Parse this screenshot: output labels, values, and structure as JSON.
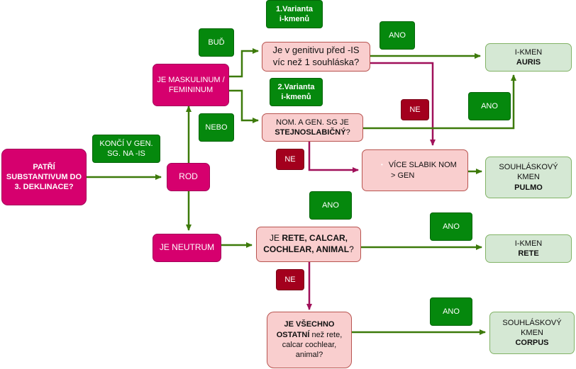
{
  "nodes": {
    "start": "PATŘÍ SUBSTANTIVUM DO 3. DEKLINACE?",
    "rod": "ROD",
    "masc": [
      "JE MASKULINUM /",
      "FEMININUM"
    ],
    "neutrum": "JE NEUTRUM",
    "q_genitiv": [
      "Je v genitivu před -IS",
      "víc než 1 souhláska?"
    ],
    "q_nom": {
      "line1": "NOM. A GEN. SG JE",
      "bold": "STEJNOSLABIČNÝ",
      "tail": "?"
    },
    "q_vice": {
      "bullet": "•",
      "line1": "VÍCE SLABIK NOM",
      "line2": "> GEN"
    },
    "q_rete": {
      "pre": "JE ",
      "bold1": "RETE, CALCAR,",
      "bold2": "COCHLEAR, ANIMAL",
      "tail": "?"
    },
    "q_ostatni": {
      "bold1": "JE VŠECHNO",
      "bold2": "OSTATNÍ",
      "rest1": " než rete,",
      "rest2": "calcar cochlear,",
      "rest3": "animal?"
    }
  },
  "results": {
    "auris": {
      "line1": "I-KMEN",
      "line2": "AURIS"
    },
    "pulmo": {
      "line1": "SOUHLÁSKOVÝ",
      "line2": "KMEN",
      "line3": "PULMO"
    },
    "rete": {
      "line1": "I-KMEN",
      "line2": "RETE"
    },
    "corpus": {
      "line1": "SOUHLÁSKOVÝ",
      "line2": "KMEN",
      "line3": "CORPUS"
    }
  },
  "labels": {
    "konci": [
      "KONČÍ V GEN.",
      "SG. NA -IS"
    ],
    "bud": "BUĎ",
    "nebo": "NEBO",
    "varianta1": [
      "1.Varianta",
      "i-kmenů"
    ],
    "varianta2": [
      "2.Varianta",
      "i-kmenů"
    ],
    "ano": "ANO",
    "ne": "NE"
  },
  "colors": {
    "edge_green": "#3d7a0a",
    "edge_magenta": "#a0105a"
  }
}
